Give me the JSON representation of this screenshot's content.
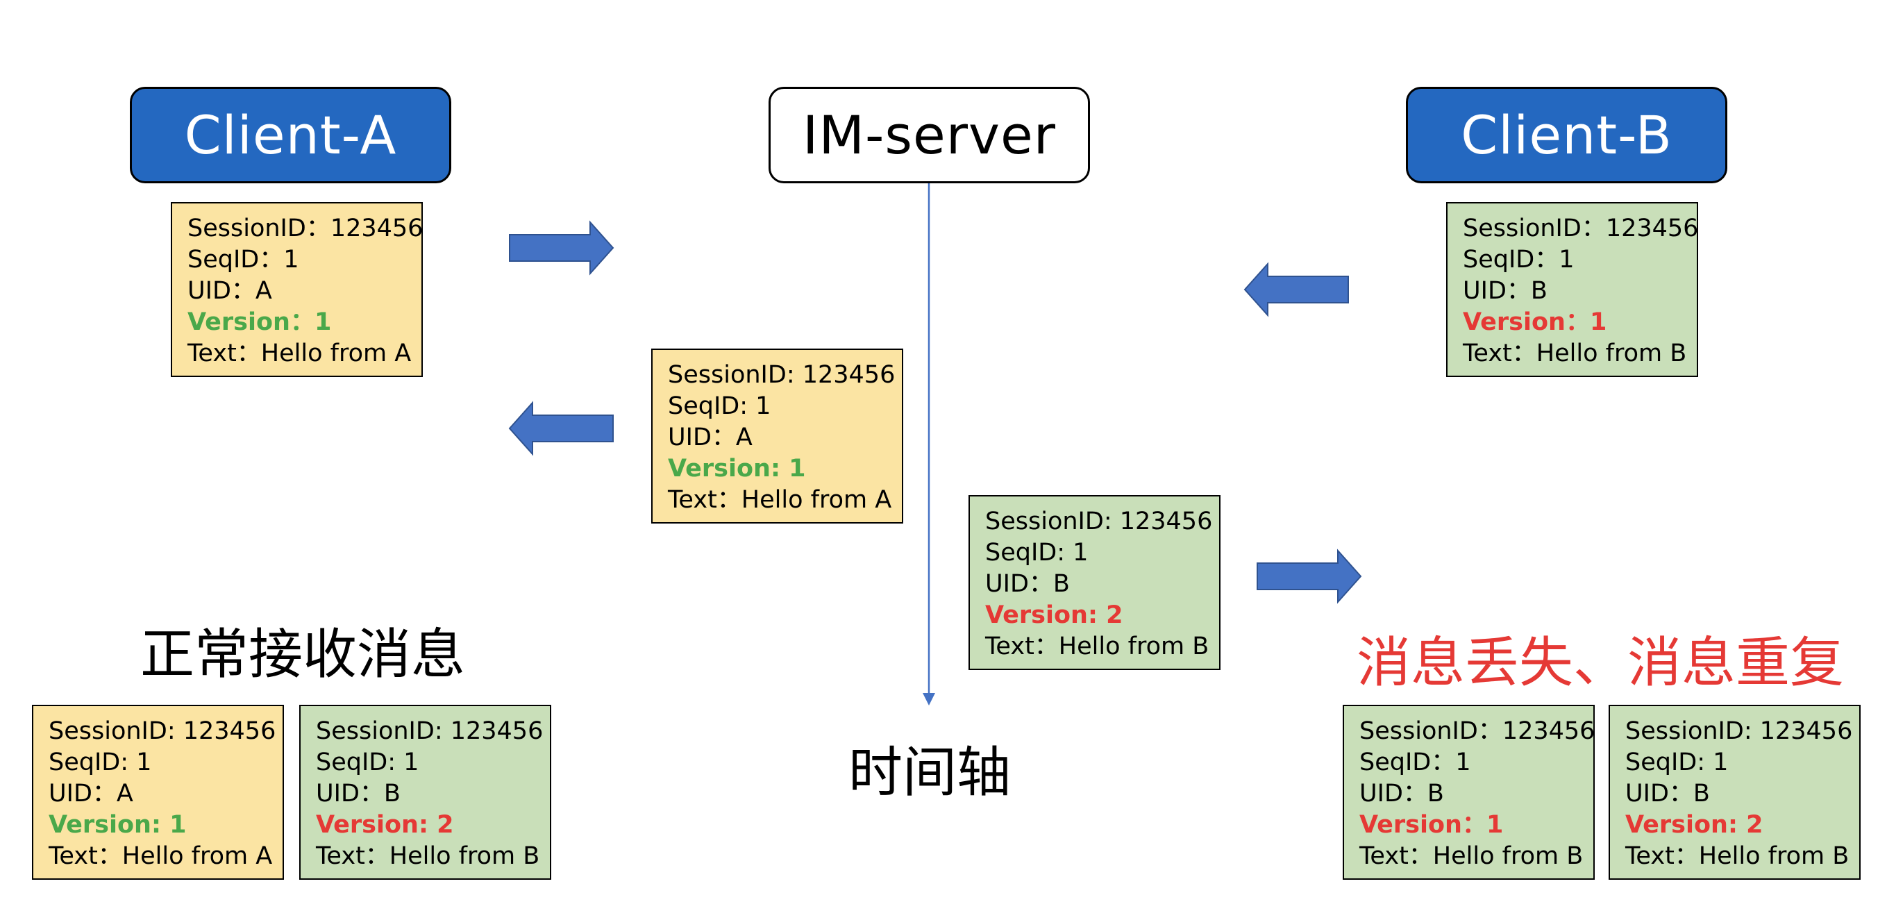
{
  "colors": {
    "client_fill": "#2468c0",
    "msg_yellow": "#fbe4a3",
    "msg_green": "#c9dfb9",
    "arrow": "#4472c4",
    "version_ok": "#4aa84a",
    "version_bad": "#e53935",
    "heading_error": "#e53935"
  },
  "nodes": {
    "client_a": "Client-A",
    "server": "IM-server",
    "client_b": "Client-B"
  },
  "timeline_label": "时间轴",
  "headings": {
    "normal": "正常接收消息",
    "error": "消息丢失、消息重复"
  },
  "messages": {
    "a_send": {
      "session": "SessionID：123456",
      "seq": "SeqID：1",
      "uid": "UID：A",
      "version": "Version：1",
      "text": "Text：Hello from A"
    },
    "b_send": {
      "session": "SessionID：123456",
      "seq": "SeqID：1",
      "uid": "UID：B",
      "version": "Version：1",
      "text": "Text：Hello from B"
    },
    "server_to_a": {
      "session": "SessionID: 123456",
      "seq": "SeqID: 1",
      "uid": "UID：A",
      "version": "Version: 1",
      "text": "Text：Hello from A"
    },
    "server_to_b": {
      "session": "SessionID: 123456",
      "seq": "SeqID: 1",
      "uid": "UID：B",
      "version": "Version: 2",
      "text": "Text：Hello from B"
    },
    "normal_a": {
      "session": "SessionID: 123456",
      "seq": "SeqID: 1",
      "uid": "UID：A",
      "version": "Version: 1",
      "text": "Text：Hello from A"
    },
    "normal_b": {
      "session": "SessionID: 123456",
      "seq": "SeqID: 1",
      "uid": "UID：B",
      "version": "Version: 2",
      "text": "Text：Hello from B"
    },
    "error_b1": {
      "session": "SessionID：123456",
      "seq": "SeqID：1",
      "uid": "UID：B",
      "version": "Version：1",
      "text": "Text：Hello from B"
    },
    "error_b2": {
      "session": "SessionID: 123456",
      "seq": "SeqID: 1",
      "uid": "UID：B",
      "version": "Version: 2",
      "text": "Text：Hello from B"
    }
  }
}
